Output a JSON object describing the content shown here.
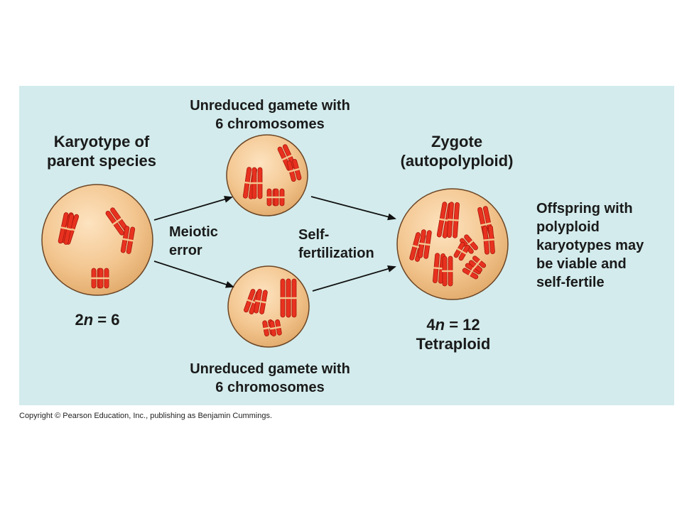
{
  "labels": {
    "parent_title_line1": "Karyotype of",
    "parent_title_line2": "parent species",
    "gamete_top_line1": "Unreduced gamete with",
    "gamete_top_line2": "6 chromosomes",
    "gamete_bottom_line1": "Unreduced gamete with",
    "gamete_bottom_line2": "6 chromosomes",
    "zygote_line1": "Zygote",
    "zygote_line2": "(autopolyploid)",
    "meiotic_line1": "Meiotic",
    "meiotic_line2": "error",
    "self_line1": "Self-",
    "self_line2": "fertilization",
    "offspring_lines": [
      "Offspring with",
      "polyploid",
      "karyotypes may",
      "be viable and",
      "self-fertile"
    ],
    "parent_ploidy_prefix": "2",
    "parent_ploidy_italic": "n",
    "parent_ploidy_suffix": " = 6",
    "zygote_ploidy_prefix": "4",
    "zygote_ploidy_italic": "n",
    "zygote_ploidy_suffix": " = 12",
    "zygote_type": "Tetraploid"
  },
  "colors": {
    "panel_bg": "#d3ebec",
    "cell_fill": "#f3c690",
    "cell_stroke": "#5b3a1f",
    "chromosome": "#e8311f",
    "chromosome_dark": "#a8170d",
    "arrow": "#111111"
  },
  "copyright": "Copyright © Pearson Education, Inc., publishing as Benjamin Cummings."
}
